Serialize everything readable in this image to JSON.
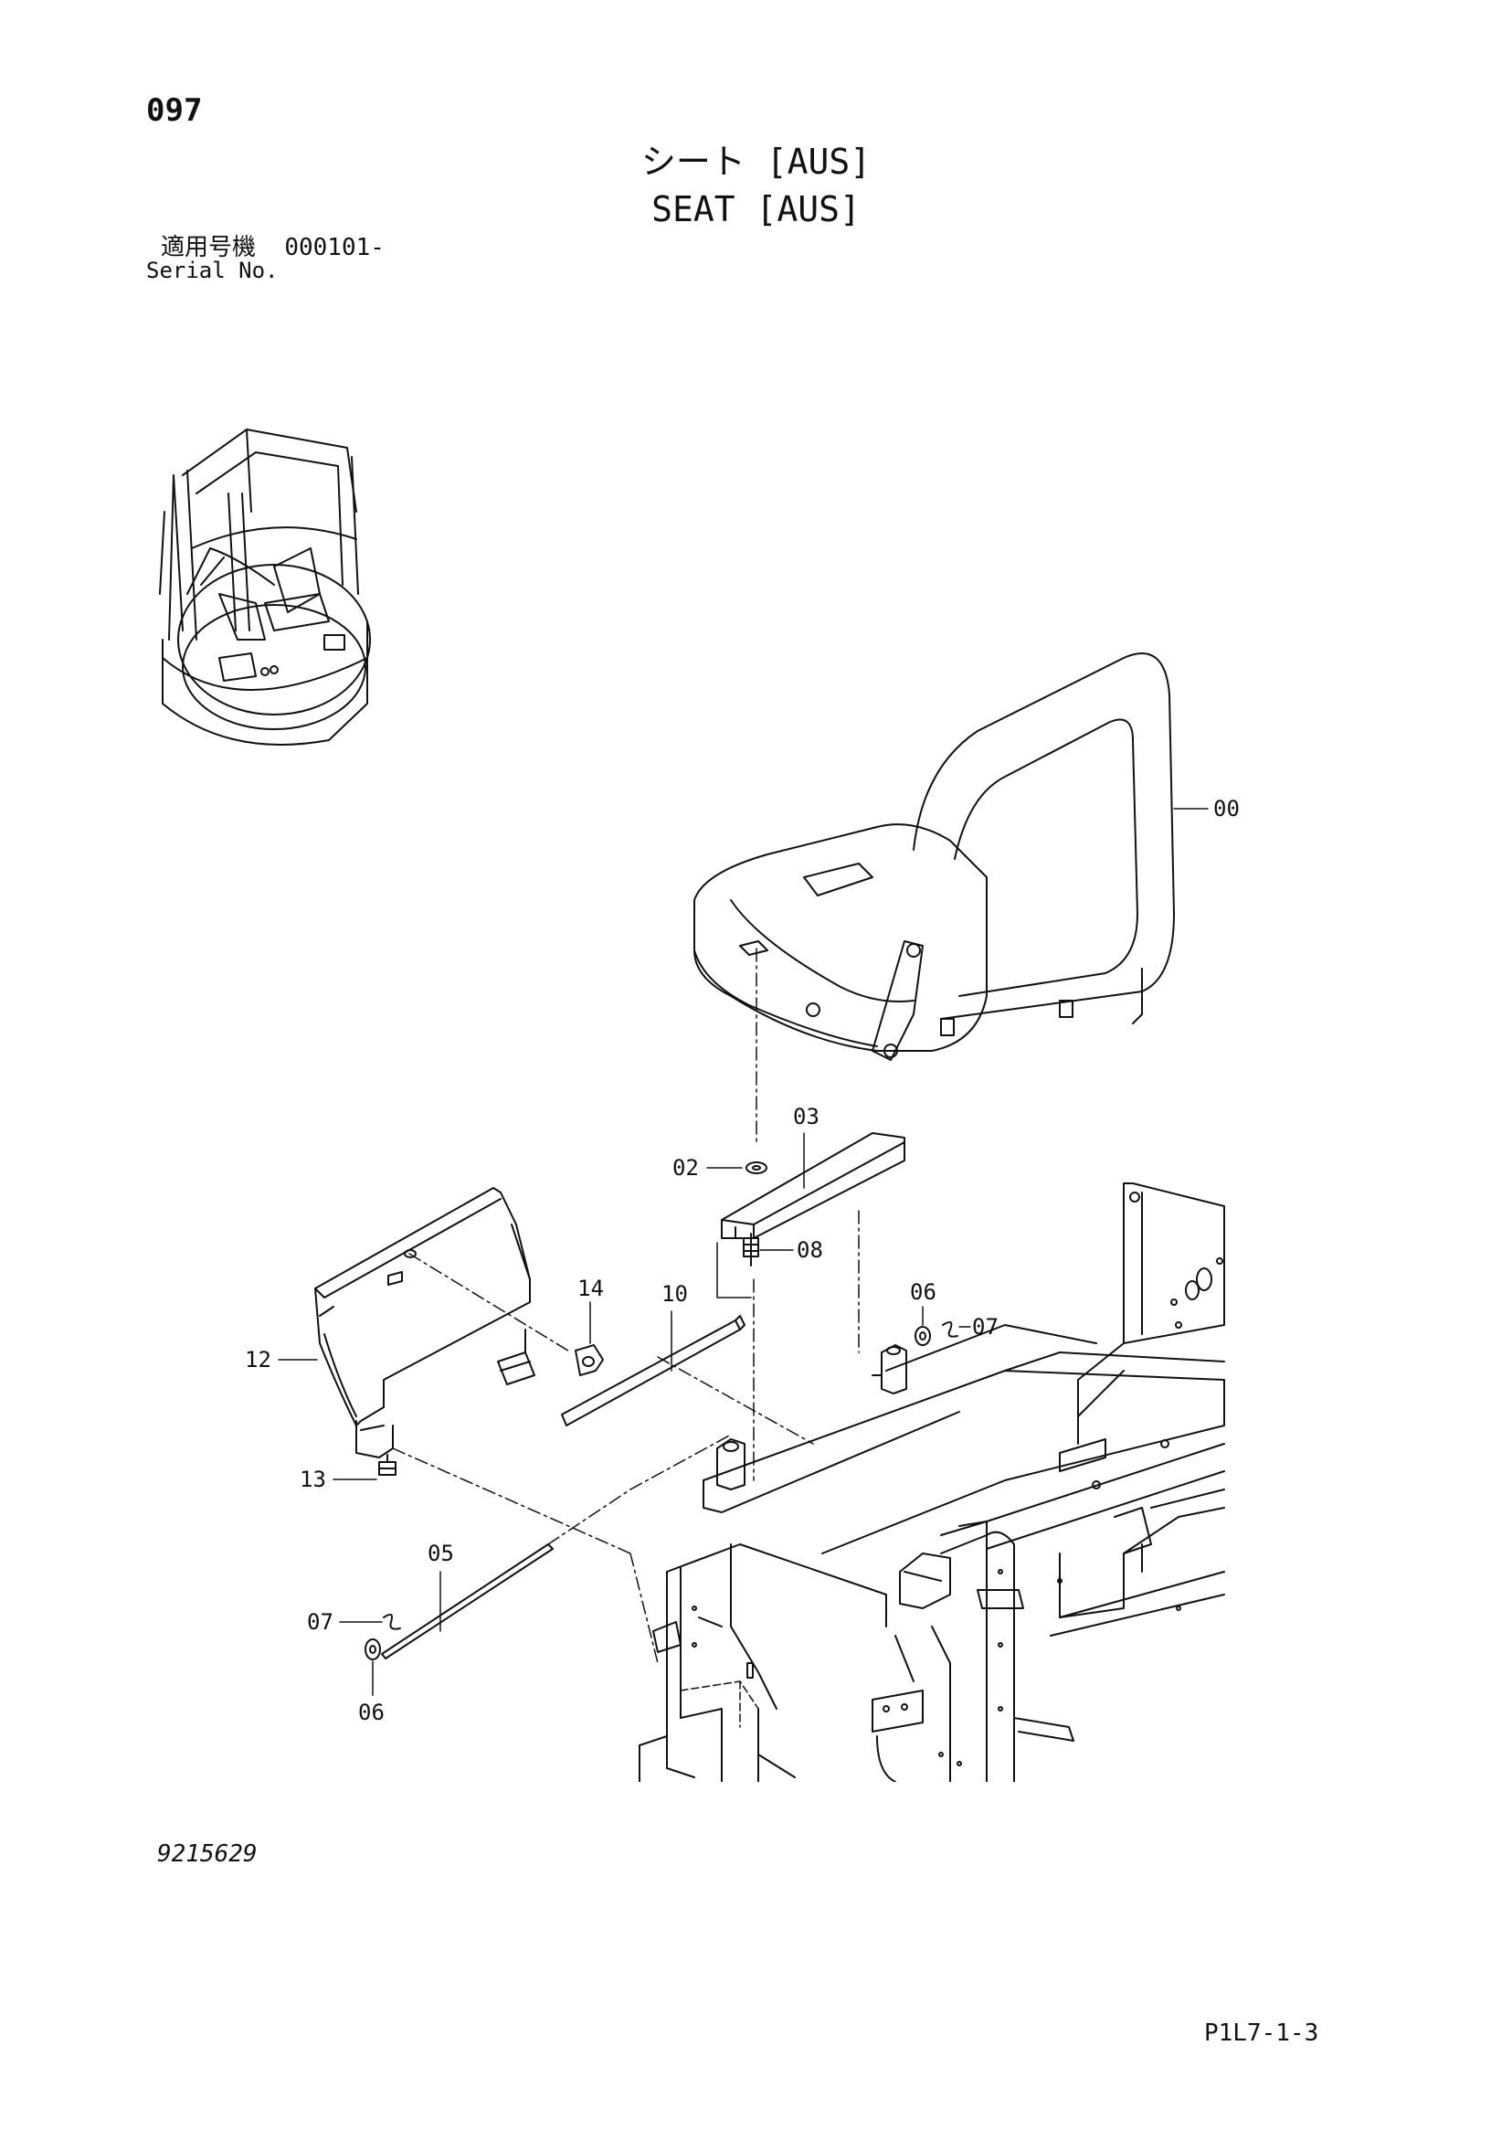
{
  "header": {
    "page_number": "097",
    "title_jp": "シート [AUS]",
    "title_en": "SEAT [AUS]",
    "serial_label_jp": "適用号機",
    "serial_value": "000101-",
    "serial_label_en": "Serial No."
  },
  "footer": {
    "drawing_number": "9215629",
    "page_ref": "P1L7-1-3"
  },
  "callouts": {
    "c00": "00",
    "c02": "02",
    "c03": "03",
    "c05": "05",
    "c06a": "06",
    "c06b": "06",
    "c07a": "07",
    "c07b": "07",
    "c08": "08",
    "c10": "10",
    "c12": "12",
    "c13": "13",
    "c14": "14"
  }
}
